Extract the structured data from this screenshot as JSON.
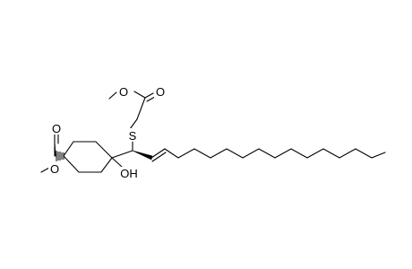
{
  "atoms": {
    "ester_top_o_single": "O",
    "ester_top_o_double": "O",
    "sulfur": "S",
    "ester_left_o_double": "O",
    "ester_left_o_single": "O",
    "hydroxyl": "OH"
  },
  "colors": {
    "bond": "#000000",
    "background": "#ffffff"
  }
}
